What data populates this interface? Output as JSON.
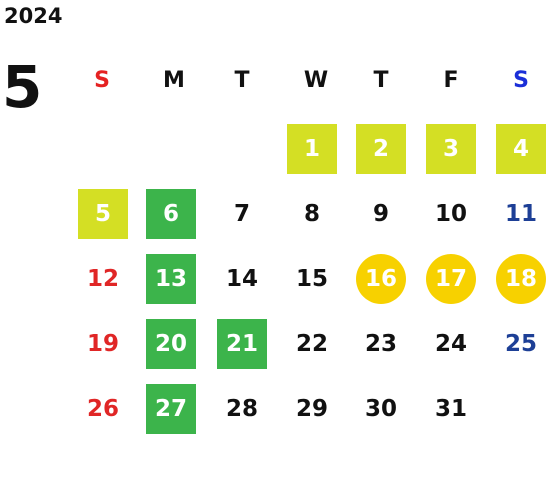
{
  "calendar": {
    "year": "2024",
    "month": "5",
    "weekdays": [
      "S",
      "M",
      "T",
      "W",
      "T",
      "F",
      "S"
    ],
    "highlight_colors": {
      "lime": "#d4df24",
      "green": "#3cb44b",
      "gold": "#f7d100",
      "sunday": "#e02626",
      "saturday": "#1d3f96"
    },
    "weeks": [
      [
        {
          "day": "",
          "style": "none"
        },
        {
          "day": "",
          "style": "none"
        },
        {
          "day": "",
          "style": "none"
        },
        {
          "day": "1",
          "style": "lime"
        },
        {
          "day": "2",
          "style": "lime"
        },
        {
          "day": "3",
          "style": "lime"
        },
        {
          "day": "4",
          "style": "lime"
        }
      ],
      [
        {
          "day": "5",
          "style": "lime"
        },
        {
          "day": "6",
          "style": "green"
        },
        {
          "day": "7",
          "style": "none"
        },
        {
          "day": "8",
          "style": "none"
        },
        {
          "day": "9",
          "style": "none"
        },
        {
          "day": "10",
          "style": "none"
        },
        {
          "day": "11",
          "style": "none"
        }
      ],
      [
        {
          "day": "12",
          "style": "none"
        },
        {
          "day": "13",
          "style": "green"
        },
        {
          "day": "14",
          "style": "none"
        },
        {
          "day": "15",
          "style": "none"
        },
        {
          "day": "16",
          "style": "gold"
        },
        {
          "day": "17",
          "style": "gold"
        },
        {
          "day": "18",
          "style": "gold"
        }
      ],
      [
        {
          "day": "19",
          "style": "none"
        },
        {
          "day": "20",
          "style": "green"
        },
        {
          "day": "21",
          "style": "green"
        },
        {
          "day": "22",
          "style": "none"
        },
        {
          "day": "23",
          "style": "none"
        },
        {
          "day": "24",
          "style": "none"
        },
        {
          "day": "25",
          "style": "none"
        }
      ],
      [
        {
          "day": "26",
          "style": "none"
        },
        {
          "day": "27",
          "style": "green"
        },
        {
          "day": "28",
          "style": "none"
        },
        {
          "day": "29",
          "style": "none"
        },
        {
          "day": "30",
          "style": "none"
        },
        {
          "day": "31",
          "style": "none"
        },
        {
          "day": "",
          "style": "none"
        }
      ]
    ]
  }
}
